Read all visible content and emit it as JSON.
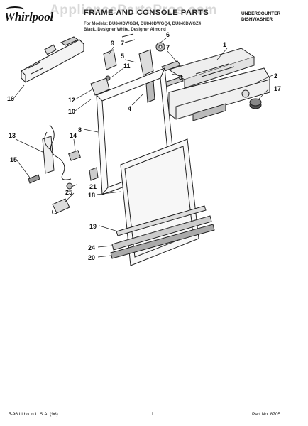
{
  "header": {
    "brand": "Whirlpool",
    "watermark": "AppliancePartsPros.com",
    "title": "FRAME AND CONSOLE PARTS",
    "models_line1": "For Models: DU840DWGB4, DU840DWGQ4, DU840DWGZ4",
    "models_line2": "Black, Designer White, Designer Almond",
    "category_line1": "UNDERCOUNTER",
    "category_line2": "DISHWASHER"
  },
  "callouts": [
    "1",
    "2",
    "3",
    "4",
    "5",
    "6",
    "7",
    "7",
    "8",
    "9",
    "10",
    "11",
    "12",
    "13",
    "14",
    "15",
    "16",
    "17",
    "18",
    "19",
    "20",
    "21",
    "24",
    "25"
  ],
  "footer": {
    "litho": "5-96 Litho in U.S.A. (96)",
    "page": "1",
    "part_no": "Part No. 8705"
  }
}
